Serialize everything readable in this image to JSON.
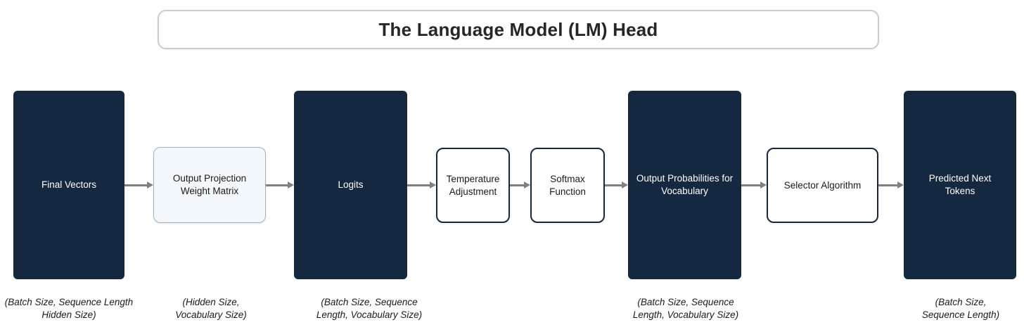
{
  "title": {
    "text": "The Language Model (LM) Head"
  },
  "colors": {
    "node_dark_fill": "#142840",
    "node_dark_text": "#ffffff",
    "node_light_fill": "#f2f8fb",
    "node_light_border": "#a9b0b7",
    "node_outline_border": "#142840",
    "arrow": "#808080",
    "title_border": "#cbccce",
    "text": "#1a1a1a"
  },
  "nodes": [
    {
      "id": "final-vectors",
      "label": "Final Vectors",
      "style": "dark"
    },
    {
      "id": "output-projection-matrix",
      "label": "Output Projection\nWeight Matrix",
      "style": "light"
    },
    {
      "id": "logits",
      "label": "Logits",
      "style": "dark"
    },
    {
      "id": "temperature-adjustment",
      "label": "Temperature\nAdjustment",
      "style": "outline"
    },
    {
      "id": "softmax-function",
      "label": "Softmax\nFunction",
      "style": "outline"
    },
    {
      "id": "output-probabilities",
      "label": "Output Probabilities for\nVocabulary",
      "style": "dark"
    },
    {
      "id": "selector-algorithm",
      "label": "Selector Algorithm",
      "style": "outline"
    },
    {
      "id": "predicted-next-tokens",
      "label": "Predicted Next\nTokens",
      "style": "dark"
    }
  ],
  "dimension_labels": [
    {
      "for": "final-vectors",
      "text": "(Batch Size, Sequence Length\nHidden Size)"
    },
    {
      "for": "output-projection-matrix",
      "text": "(Hidden Size,\nVocabulary Size)"
    },
    {
      "for": "logits",
      "text": "(Batch Size, Sequence\nLength, Vocabulary Size)"
    },
    {
      "for": "output-probabilities",
      "text": "(Batch Size, Sequence\nLength, Vocabulary Size)"
    },
    {
      "for": "predicted-next-tokens",
      "text": "(Batch Size,\nSequence Length)"
    }
  ]
}
